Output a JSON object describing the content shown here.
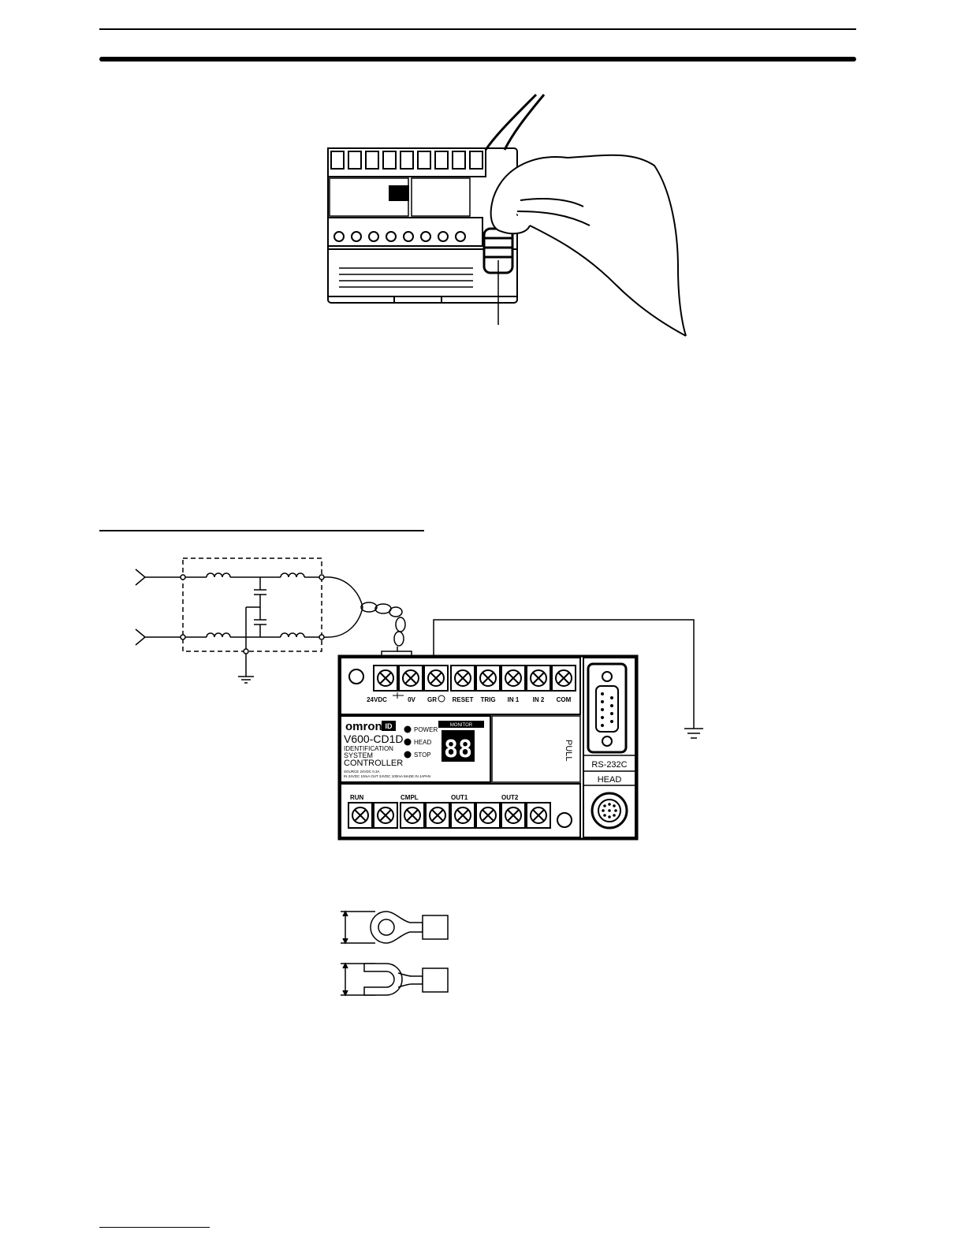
{
  "device": {
    "brand": "omron",
    "id_badge": "ID",
    "model": "V600-CD1D",
    "line1": "IDENTIFICATION",
    "line2": "SYSTEM",
    "line3": "CONTROLLER",
    "led_power": "POWER",
    "led_head": "HEAD",
    "led_stop": "STOP",
    "monitor": "MONITOR",
    "display": "88",
    "pull": "PULL",
    "spec1": "SOURCE 24VDC 0.3A",
    "spec2": "IN 24VDC 10mA  OUT 24VDC 100mA  MADE IN JAPAN",
    "port_rs232c": "RS-232C",
    "port_head": "HEAD"
  },
  "terminals_top": [
    "24VDC",
    "0V",
    "GR",
    "RESET",
    "TRIG",
    "IN 1",
    "IN 2",
    "COM"
  ],
  "terminals_bottom": [
    "RUN",
    "CMPL",
    "OUT1",
    "OUT2"
  ]
}
